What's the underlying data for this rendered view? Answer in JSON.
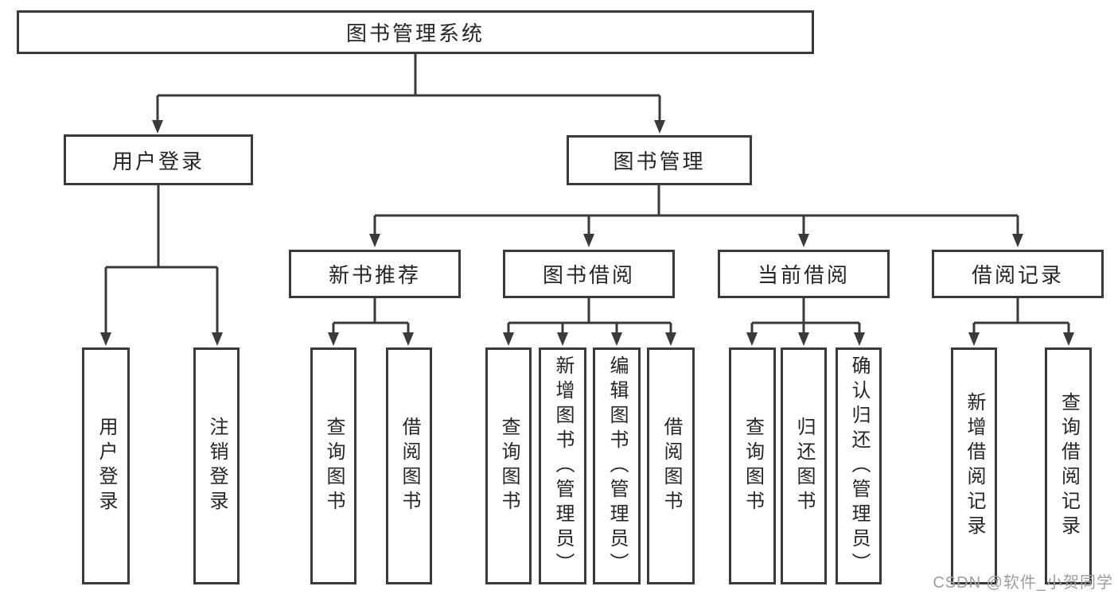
{
  "diagram": {
    "type": "hierarchy-tree",
    "title": "图书管理系统",
    "colors": {
      "line": "#3a3a3c",
      "box_border": "#3a3a3c",
      "box_fill": "#ffffff",
      "text": "#262626",
      "watermark": "#9e9e9e",
      "background": "#ffffff"
    },
    "nodes": {
      "root": {
        "label": "图书管理系统"
      },
      "user_login": {
        "label": "用户登录"
      },
      "book_mgmt": {
        "label": "图书管理"
      },
      "new_book_rec": {
        "label": "新书推荐"
      },
      "book_borrow": {
        "label": "图书借阅"
      },
      "current_borrow": {
        "label": "当前借阅"
      },
      "borrow_records": {
        "label": "借阅记录"
      },
      "ul_login": {
        "label": "用户登录"
      },
      "ul_logout": {
        "label": "注销登录"
      },
      "nb_query": {
        "label": "查询图书"
      },
      "nb_borrow": {
        "label": "借阅图书"
      },
      "bb_query": {
        "label": "查询图书"
      },
      "bb_add": {
        "label": "新增图书（管理员）"
      },
      "bb_edit": {
        "label": "编辑图书（管理员）"
      },
      "bb_borrow": {
        "label": "借阅图书"
      },
      "cb_query": {
        "label": "查询图书"
      },
      "cb_return": {
        "label": "归还图书"
      },
      "cb_confirm": {
        "label": "确认归还（管理员）"
      },
      "br_add": {
        "label": "新增借阅记录"
      },
      "br_query": {
        "label": "查询借阅记录"
      }
    },
    "hierarchy": {
      "图书管理系统": {
        "用户登录": [
          "用户登录",
          "注销登录"
        ],
        "图书管理": {
          "新书推荐": [
            "查询图书",
            "借阅图书"
          ],
          "图书借阅": [
            "查询图书",
            "新增图书（管理员）",
            "编辑图书（管理员）",
            "借阅图书"
          ],
          "当前借阅": [
            "查询图书",
            "归还图书",
            "确认归还（管理员）"
          ],
          "借阅记录": [
            "新增借阅记录",
            "查询借阅记录"
          ]
        }
      }
    },
    "watermark": "CSDN @软件_小贺同学"
  }
}
